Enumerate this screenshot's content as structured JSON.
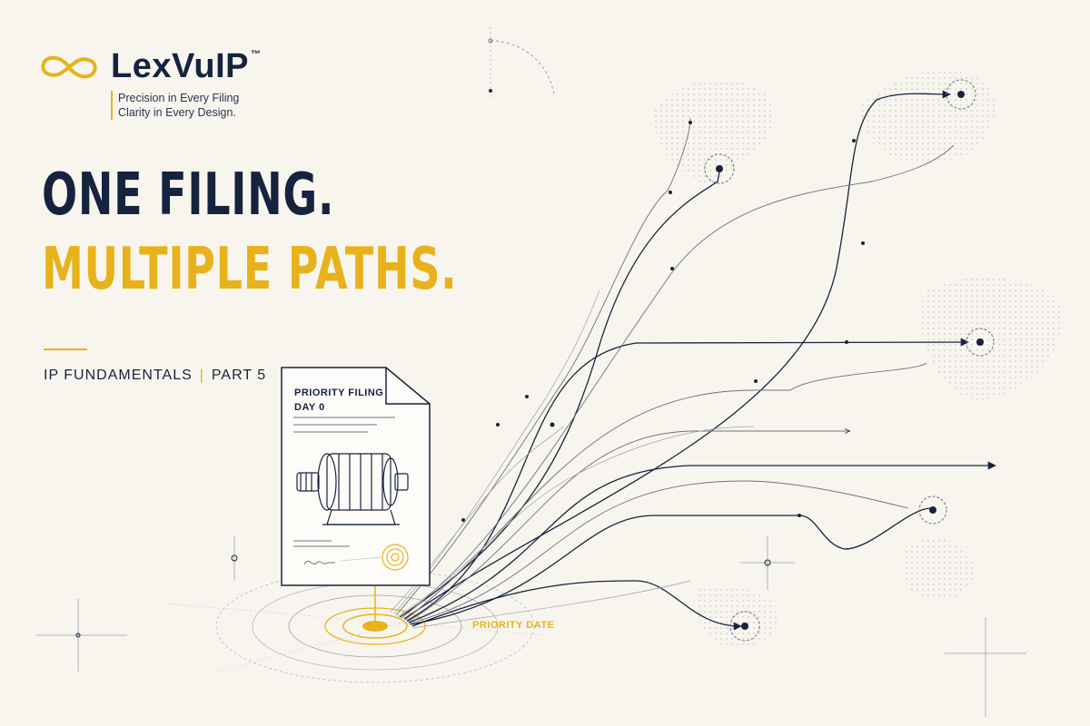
{
  "brand": {
    "name": "LexVuIP",
    "trademark": "™",
    "tagline_1": "Precision in Every Filing",
    "tagline_2": "Clarity in Every Design.",
    "logo_icon": "infinity-icon",
    "colors": {
      "navy": "#16233f",
      "gold": "#e7b21b",
      "background": "#f8f5ee"
    }
  },
  "headline": {
    "line1": "ONE FILING.",
    "line2": "MULTIPLE PATHS."
  },
  "series": {
    "topic": "IP FUNDAMENTALS",
    "separator": "|",
    "part": "PART 5"
  },
  "document": {
    "title_1": "PRIORITY FILING",
    "title_2": "DAY 0",
    "illustration_icon": "electric-motor-icon",
    "seal_icon": "seal-icon",
    "signature_icon": "signature-icon"
  },
  "origin": {
    "label": "PRIORITY DATE"
  }
}
